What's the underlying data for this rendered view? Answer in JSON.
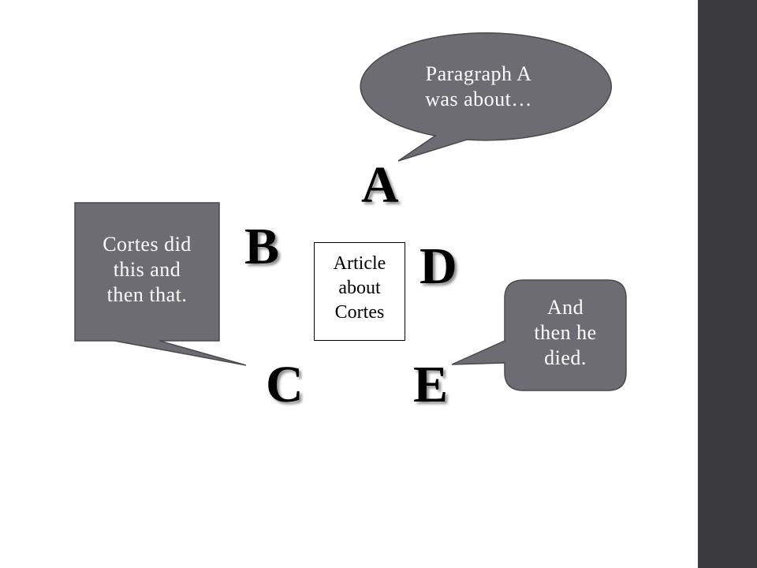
{
  "colors": {
    "side_bar": "#3b3b3d",
    "bubble_fill": "#6d6c72",
    "bubble_stroke": "#4a4a4e",
    "letter": "#000000",
    "background": "#ffffff"
  },
  "center_box": {
    "lines": [
      "Article",
      "about",
      "Cortes"
    ]
  },
  "letters": {
    "a": "A",
    "b": "B",
    "c": "C",
    "d": "D",
    "e": "E"
  },
  "bubbles": {
    "top": {
      "lines": [
        "Paragraph A",
        "was about…"
      ]
    },
    "left": {
      "lines": [
        "Cortes did",
        "this and",
        "then that."
      ]
    },
    "right": {
      "lines": [
        "And",
        "then he",
        "died."
      ]
    }
  }
}
